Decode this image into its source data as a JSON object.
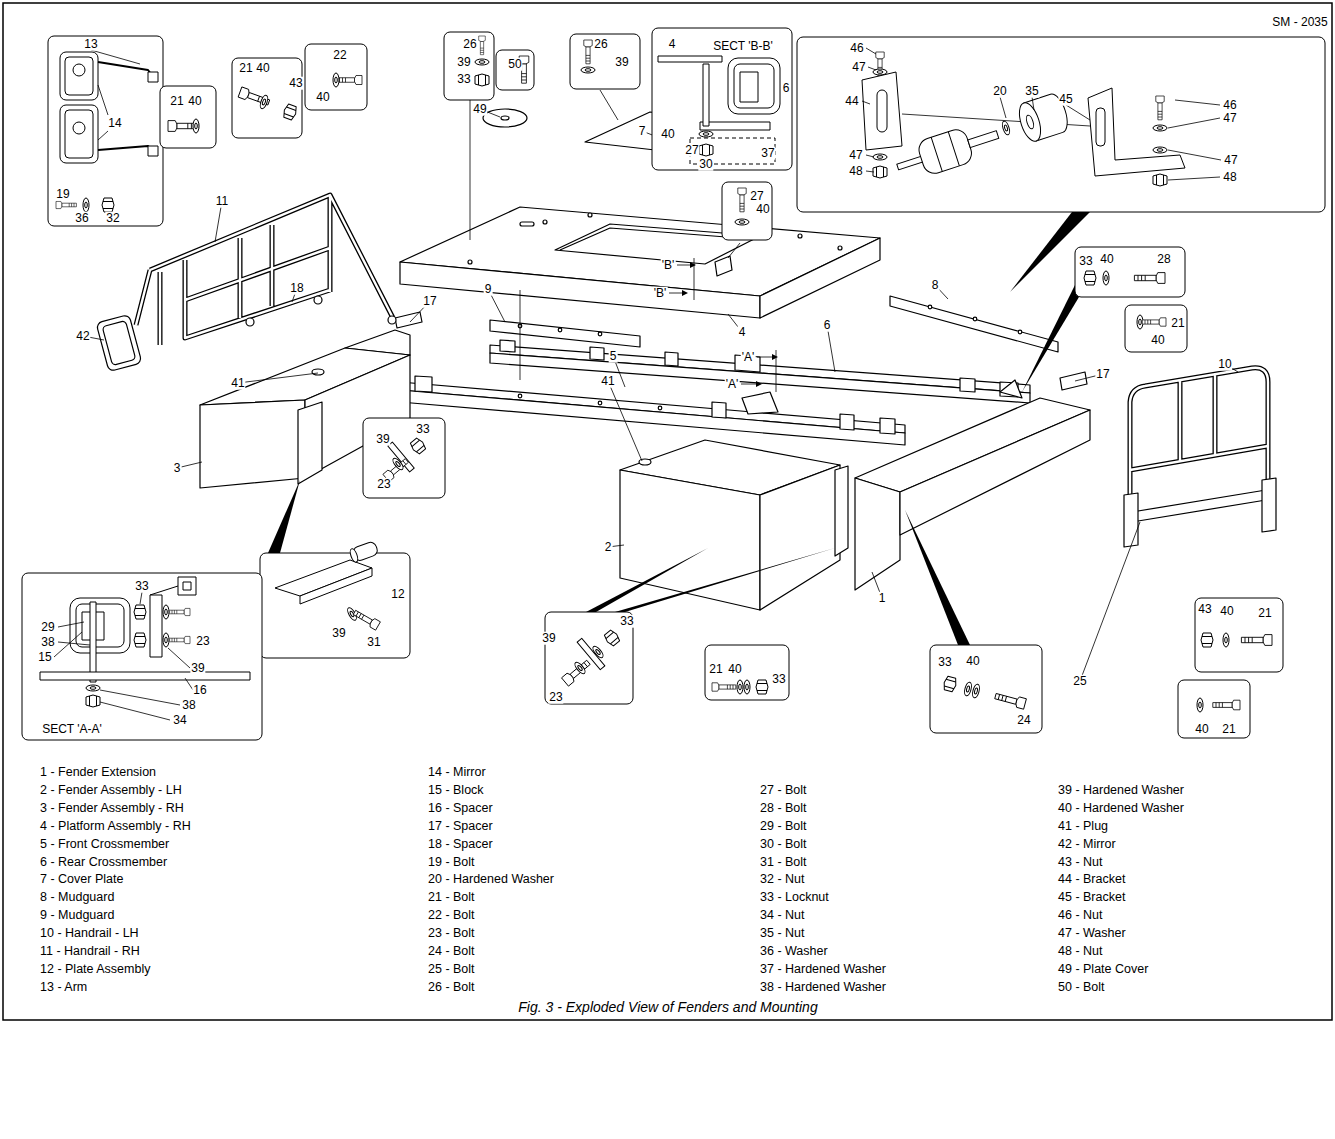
{
  "diagram": {
    "caption": "Fig. 3 - Exploded View of Fenders and Mounting",
    "labels": [
      "SM - 2035",
      "13",
      "14",
      "19",
      "36",
      "32",
      "21",
      "40",
      "21",
      "40",
      "43",
      "22",
      "40",
      "11",
      "18",
      "42",
      "17",
      "41",
      "3",
      "9",
      "4",
      "26",
      "39",
      "33",
      "50",
      "49",
      "26",
      "39",
      "7",
      "4",
      "SECT 'B-B'",
      "6",
      "40",
      "27",
      "30",
      "37",
      "27",
      "40",
      "46",
      "47",
      "44",
      "47",
      "48",
      "20",
      "35",
      "45",
      "46",
      "47",
      "47",
      "48",
      "'B'",
      "'B'",
      "8",
      "6",
      "33",
      "40",
      "28",
      "21",
      "40",
      "17",
      "10",
      "5",
      "'A'",
      "'A'",
      "33",
      "39",
      "23",
      "41",
      "2",
      "1",
      "12",
      "39",
      "31",
      "33",
      "29",
      "38",
      "15",
      "23",
      "39",
      "16",
      "38",
      "34",
      "SECT 'A-A'",
      "33",
      "39",
      "23",
      "21",
      "40",
      "33",
      "33",
      "40",
      "24",
      "43",
      "40",
      "21",
      "25",
      "40",
      "21",
      "1 - Fender Extension",
      "2 - Fender Assembly - LH",
      "3 - Fender Assembly - RH",
      "4 - Platform Assembly - RH",
      "5 - Front Crossmember",
      "6 - Rear Crossmember",
      "7 - Cover Plate",
      "8 - Mudguard",
      "9 - Mudguard",
      "10 - Handrail - LH",
      "11 - Handrail - RH",
      "12 - Plate Assembly",
      "13 - Arm",
      "14 - Mirror",
      "15 - Block",
      "16 - Spacer",
      "17 - Spacer",
      "18 - Spacer",
      "19 - Bolt",
      "20 - Hardened Washer",
      "21 - Bolt",
      "22 - Bolt",
      "23 - Bolt",
      "24 - Bolt",
      "25 - Bolt",
      "26 - Bolt",
      "27 - Bolt",
      "28 - Bolt",
      "29 - Bolt",
      "30 - Bolt",
      "31 - Bolt",
      "32 - Nut",
      "33 - Locknut",
      "34 - Nut",
      "35 - Nut",
      "36 - Washer",
      "37 - Hardened Washer",
      "38 - Hardened Washer",
      "39 - Hardened Washer",
      "40 - Hardened Washer",
      "41 - Plug",
      "42 - Mirror",
      "43 - Nut",
      "44 - Bracket",
      "45 - Bracket",
      "46 - Nut",
      "47 - Washer",
      "48 - Nut",
      "49 - Plate Cover",
      "50 - Bolt"
    ]
  }
}
